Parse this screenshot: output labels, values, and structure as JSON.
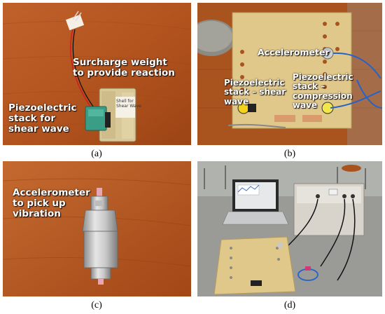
{
  "panels": {
    "a": {
      "label": "(a)",
      "annotations": {
        "surcharge": "Surcharge weight\nto provide reaction",
        "stack": "Piezoelectric\nstack for\nshear wave",
        "tag": "Shell for\nShear Wave"
      }
    },
    "b": {
      "label": "(b)",
      "annotations": {
        "accelerometer": "Accelerometer",
        "shear": "Piezoelectric\nstack – shear\nwave",
        "compression": "Piezoelectric\nstack –\ncompression\nwave"
      }
    },
    "c": {
      "label": "(c)",
      "annotations": {
        "accelerometer": "Accelerometer\nto pick up\nvibration"
      }
    },
    "d": {
      "label": "(d)",
      "annotations": {}
    }
  },
  "colors": {
    "wood": "#b3541f",
    "wood_dark": "#8c3e12",
    "board": "#e0c78a",
    "table_grey": "#9a9a96",
    "wave_green": "#3a9d86"
  }
}
